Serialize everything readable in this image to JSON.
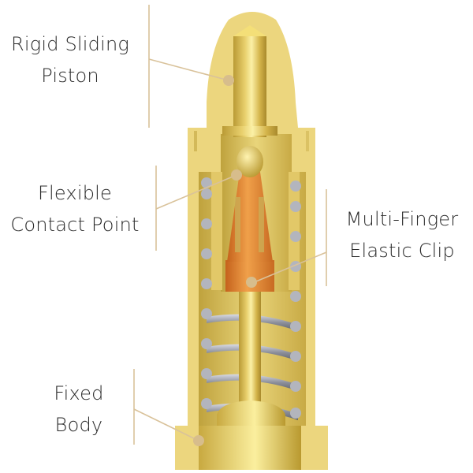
{
  "diagram": {
    "subject": "Spring-loaded pogo pin cross-section",
    "colors": {
      "housing": "#ecd67e",
      "housing_shadow": "#c9ad4a",
      "piston_gold": "#d9bb4a",
      "clip_copper": "#d9782a",
      "spring_gray": "#9a9ca6",
      "leader_line": "#d9c29a",
      "marker_dot": "#d7bd8c",
      "text": "#2a2a2a"
    },
    "labels": [
      {
        "id": "piston",
        "lines": [
          "Rigid Sliding",
          "Piston"
        ]
      },
      {
        "id": "contact",
        "lines": [
          "Flexible",
          "Contact Point"
        ]
      },
      {
        "id": "clip",
        "lines": [
          "Multi-Finger",
          "Elastic Clip"
        ]
      },
      {
        "id": "body",
        "lines": [
          "Fixed",
          "Body"
        ]
      }
    ]
  }
}
